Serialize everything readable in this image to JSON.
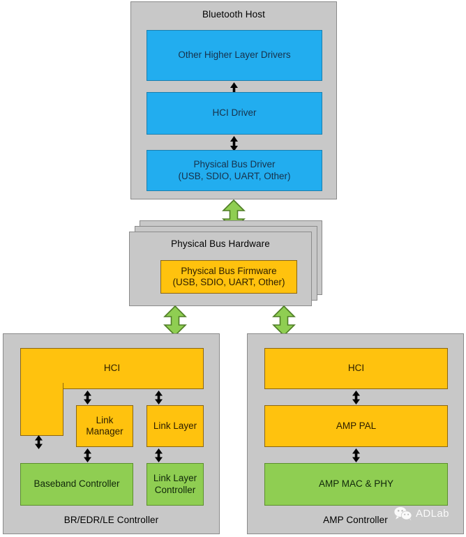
{
  "diagram": {
    "title_host": "Bluetooth Host",
    "title_bus": "Physical Bus Hardware",
    "title_bredr": "BR/EDR/LE Controller",
    "title_amp": "AMP Controller"
  },
  "host": {
    "title": "Bluetooth Host",
    "blocks": [
      {
        "label": "Other Higher Layer Drivers"
      },
      {
        "label": "HCI Driver"
      },
      {
        "label_line1": "Physical Bus Driver",
        "label_line2": "(USB, SDIO, UART, Other)"
      }
    ]
  },
  "bus": {
    "title": "Physical Bus Hardware",
    "firmware": {
      "label_line1": "Physical Bus Firmware",
      "label_line2": "(USB, SDIO, UART, Other)"
    }
  },
  "bredr": {
    "title": "BR/EDR/LE Controller",
    "hci": "HCI",
    "link_manager_line1": "Link",
    "link_manager_line2": "Manager",
    "link_layer": "Link Layer",
    "baseband_controller": "Baseband Controller",
    "link_layer_controller_line1": "Link Layer",
    "link_layer_controller_line2": "Controller"
  },
  "amp": {
    "title": "AMP Controller",
    "hci": "HCI",
    "pal": "AMP PAL",
    "mac_phy": "AMP MAC & PHY"
  },
  "watermark": {
    "icon": "wechat-icon",
    "text": "ADLab"
  },
  "colors": {
    "panel_gray": "#c8c8c8",
    "blue": "#22adef",
    "orange": "#ffc20e",
    "green": "#8fce52",
    "green_arrow_fill": "#8fce52",
    "green_arrow_stroke": "#4f7d25",
    "background": "#ffffff"
  }
}
